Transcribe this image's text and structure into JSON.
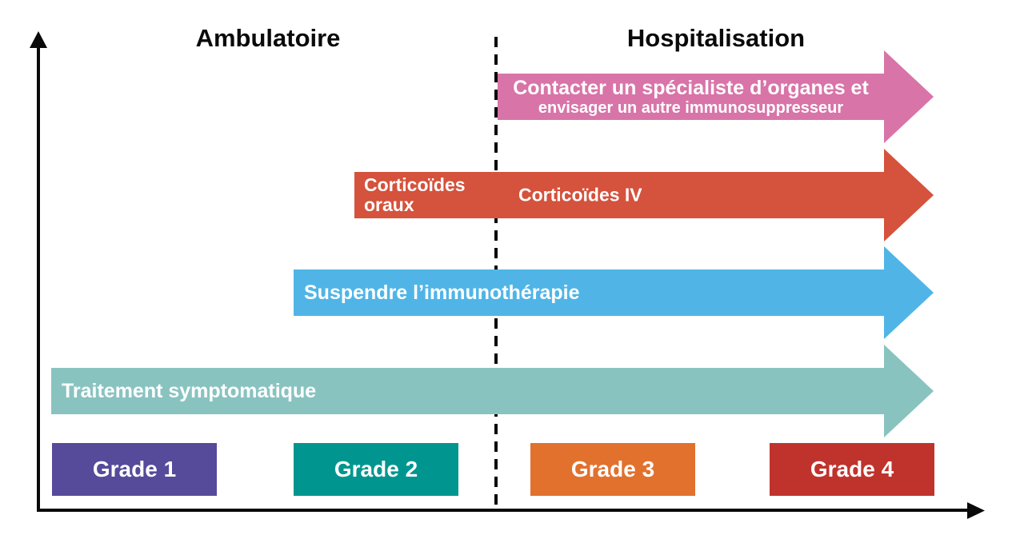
{
  "zones": {
    "left_label": "Ambulatoire",
    "right_label": "Hospitalisation",
    "divider_color": "#0a0a0a",
    "axis_color": "#0a0a0a"
  },
  "arrows": {
    "specialist": {
      "line1": "Contacter un spécialiste d’organes et",
      "line2": "envisager un autre immunosuppresseur",
      "color": "#D874A8"
    },
    "corticoids": {
      "left_line1": "Corticoïdes",
      "left_line2": "oraux",
      "right_label": "Corticoïdes IV",
      "color": "#D5523C"
    },
    "suspend": {
      "label": "Suspendre l’immunothérapie",
      "color": "#50B5E6"
    },
    "symptomatic": {
      "label": "Traitement symptomatique",
      "color": "#89C3C0"
    }
  },
  "grades": [
    {
      "label": "Grade 1",
      "color": "#564A9B"
    },
    {
      "label": "Grade 2",
      "color": "#00968F"
    },
    {
      "label": "Grade 3",
      "color": "#E2712E"
    },
    {
      "label": "Grade 4",
      "color": "#C0332D"
    }
  ]
}
